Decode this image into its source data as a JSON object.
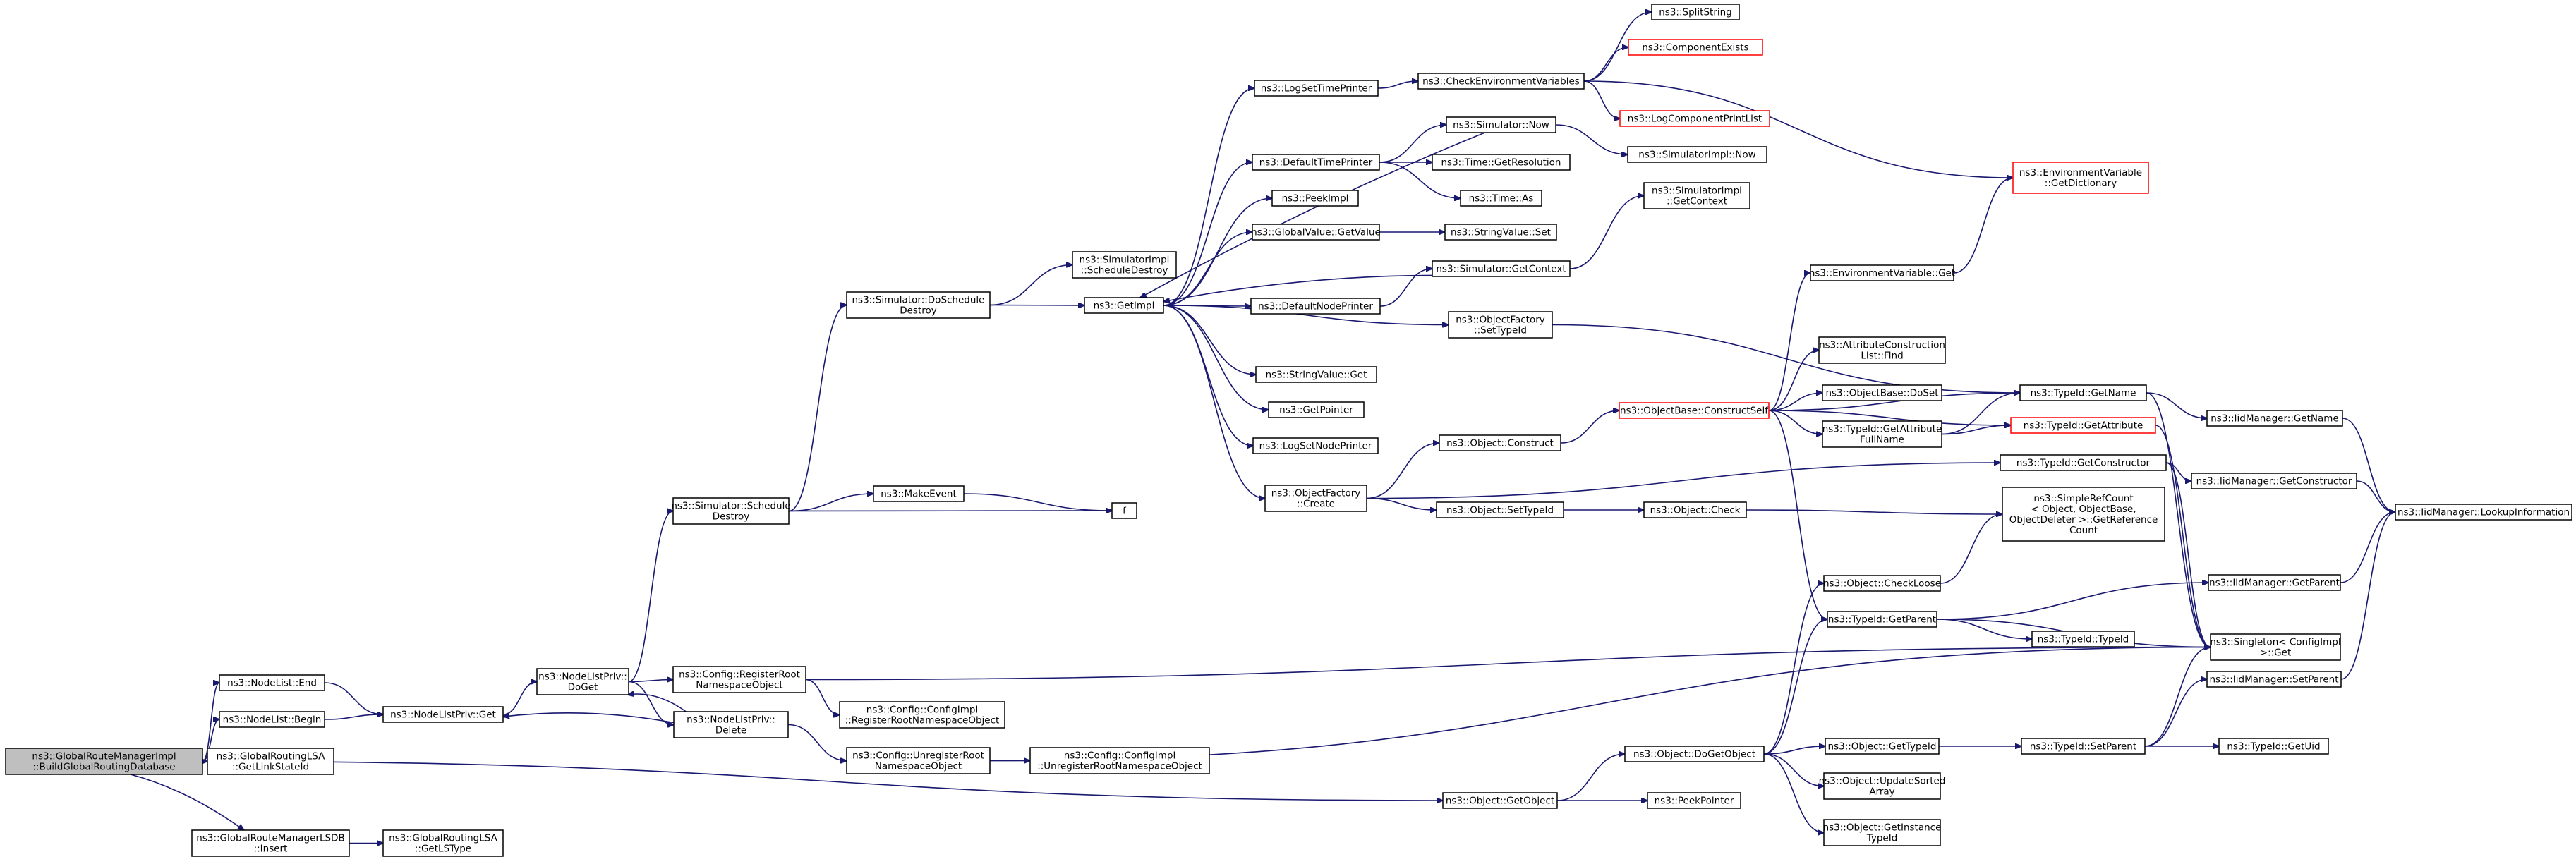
{
  "diagram": {
    "nodes": [
      {
        "id": "root",
        "lines": [
          "ns3::GlobalRouteManagerImpl",
          "::BuildGlobalRoutingDatabase"
        ],
        "style": "root"
      },
      {
        "id": "nl_end",
        "lines": [
          "ns3::NodeList::End"
        ]
      },
      {
        "id": "nl_begin",
        "lines": [
          "ns3::NodeList::Begin"
        ]
      },
      {
        "id": "lsa_getlinkstate",
        "lines": [
          "ns3::GlobalRoutingLSA",
          "::GetLinkStateId"
        ]
      },
      {
        "id": "lsdb_insert",
        "lines": [
          "ns3::GlobalRouteManagerLSDB",
          "::Insert"
        ]
      },
      {
        "id": "lsa_getlstype",
        "lines": [
          "ns3::GlobalRoutingLSA",
          "::GetLSType"
        ]
      },
      {
        "id": "nlp_get",
        "lines": [
          "ns3::NodeListPriv::Get"
        ]
      },
      {
        "id": "nlp_doget",
        "lines": [
          "ns3::NodeListPriv::",
          "DoGet"
        ]
      },
      {
        "id": "nlp_delete",
        "lines": [
          "ns3::NodeListPriv::",
          "Delete"
        ]
      },
      {
        "id": "sim_schedule_destroy",
        "lines": [
          "ns3::Simulator::Schedule",
          "Destroy"
        ]
      },
      {
        "id": "cfg_register",
        "lines": [
          "ns3::Config::RegisterRoot",
          "NamespaceObject"
        ]
      },
      {
        "id": "cfg_unregister",
        "lines": [
          "ns3::Config::UnregisterRoot",
          "NamespaceObject"
        ]
      },
      {
        "id": "makeevent",
        "lines": [
          "ns3::MakeEvent"
        ]
      },
      {
        "id": "f",
        "lines": [
          "f"
        ]
      },
      {
        "id": "sim_doschedule",
        "lines": [
          "ns3::Simulator::DoSchedule",
          "Destroy"
        ]
      },
      {
        "id": "cfgimpl_register",
        "lines": [
          "ns3::Config::ConfigImpl",
          "::RegisterRootNamespaceObject"
        ]
      },
      {
        "id": "cfgimpl_unregister",
        "lines": [
          "ns3::Config::ConfigImpl",
          "::UnregisterRootNamespaceObject"
        ]
      },
      {
        "id": "simimpl_sched",
        "lines": [
          "ns3::SimulatorImpl",
          "::ScheduleDestroy"
        ]
      },
      {
        "id": "getimpl",
        "lines": [
          "ns3::GetImpl"
        ]
      },
      {
        "id": "logsettimeprinter",
        "lines": [
          "ns3::LogSetTimePrinter"
        ]
      },
      {
        "id": "defaulttimeprinter",
        "lines": [
          "ns3::DefaultTimePrinter"
        ]
      },
      {
        "id": "peekimpl",
        "lines": [
          "ns3::PeekImpl"
        ]
      },
      {
        "id": "gv_getvalue",
        "lines": [
          "ns3::GlobalValue::GetValue"
        ]
      },
      {
        "id": "defaultnodeprinter",
        "lines": [
          "ns3::DefaultNodePrinter"
        ]
      },
      {
        "id": "stringvalue_get",
        "lines": [
          "ns3::StringValue::Get"
        ]
      },
      {
        "id": "getpointer",
        "lines": [
          "ns3::GetPointer"
        ]
      },
      {
        "id": "logsetnodeprinter",
        "lines": [
          "ns3::LogSetNodePrinter"
        ]
      },
      {
        "id": "of_create",
        "lines": [
          "ns3::ObjectFactory",
          "::Create"
        ]
      },
      {
        "id": "checkenv",
        "lines": [
          "ns3::CheckEnvironmentVariables"
        ]
      },
      {
        "id": "sim_now",
        "lines": [
          "ns3::Simulator::Now"
        ]
      },
      {
        "id": "time_getres",
        "lines": [
          "ns3::Time::GetResolution"
        ]
      },
      {
        "id": "time_as",
        "lines": [
          "ns3::Time::As"
        ]
      },
      {
        "id": "stringvalue_set",
        "lines": [
          "ns3::StringValue::Set"
        ]
      },
      {
        "id": "sim_getcontext",
        "lines": [
          "ns3::Simulator::GetContext"
        ]
      },
      {
        "id": "of_settypeid",
        "lines": [
          "ns3::ObjectFactory",
          "::SetTypeId"
        ]
      },
      {
        "id": "obj_construct",
        "lines": [
          "ns3::Object::Construct"
        ]
      },
      {
        "id": "obj_settypeid",
        "lines": [
          "ns3::Object::SetTypeId"
        ]
      },
      {
        "id": "splitstring",
        "lines": [
          "ns3::SplitString"
        ]
      },
      {
        "id": "componentexists",
        "lines": [
          "ns3::ComponentExists"
        ],
        "style": "truncated"
      },
      {
        "id": "logcomponentprintlist",
        "lines": [
          "ns3::LogComponentPrintList"
        ],
        "style": "truncated"
      },
      {
        "id": "simimpl_now",
        "lines": [
          "ns3::SimulatorImpl::Now"
        ]
      },
      {
        "id": "simimpl_getcontext",
        "lines": [
          "ns3::SimulatorImpl",
          "::GetContext"
        ]
      },
      {
        "id": "objbase_constructself",
        "lines": [
          "ns3::ObjectBase::ConstructSelf"
        ],
        "style": "truncated"
      },
      {
        "id": "obj_check",
        "lines": [
          "ns3::Object::Check"
        ]
      },
      {
        "id": "env_getdict",
        "lines": [
          "ns3::EnvironmentVariable",
          "::GetDictionary"
        ],
        "style": "truncated"
      },
      {
        "id": "env_get",
        "lines": [
          "ns3::EnvironmentVariable::Get"
        ]
      },
      {
        "id": "attrlist_find",
        "lines": [
          "ns3::AttributeConstruction",
          "List::Find"
        ]
      },
      {
        "id": "objbase_doset",
        "lines": [
          "ns3::ObjectBase::DoSet"
        ]
      },
      {
        "id": "typeid_getattrfullname",
        "lines": [
          "ns3::TypeId::GetAttribute",
          "FullName"
        ]
      },
      {
        "id": "obj_checkloose",
        "lines": [
          "ns3::Object::CheckLoose"
        ]
      },
      {
        "id": "typeid_getparent",
        "lines": [
          "ns3::TypeId::GetParent"
        ]
      },
      {
        "id": "typeid_getname",
        "lines": [
          "ns3::TypeId::GetName"
        ]
      },
      {
        "id": "typeid_getattribute",
        "lines": [
          "ns3::TypeId::GetAttribute"
        ],
        "style": "truncated"
      },
      {
        "id": "typeid_getconstructor",
        "lines": [
          "ns3::TypeId::GetConstructor"
        ]
      },
      {
        "id": "simplerefcount",
        "lines": [
          "ns3::SimpleRefCount",
          "< Object, ObjectBase,",
          "ObjectDeleter >::GetReference",
          "Count"
        ]
      },
      {
        "id": "typeid_typeid",
        "lines": [
          "ns3::TypeId::TypeId"
        ]
      },
      {
        "id": "obj_getobject",
        "lines": [
          "ns3::Object::GetObject"
        ]
      },
      {
        "id": "obj_dogetobject",
        "lines": [
          "ns3::Object::DoGetObject"
        ]
      },
      {
        "id": "peekpointer",
        "lines": [
          "ns3::PeekPointer"
        ]
      },
      {
        "id": "obj_gettypeid",
        "lines": [
          "ns3::Object::GetTypeId"
        ]
      },
      {
        "id": "obj_updatesorted",
        "lines": [
          "ns3::Object::UpdateSorted",
          "Array"
        ]
      },
      {
        "id": "obj_getinstance",
        "lines": [
          "ns3::Object::GetInstance",
          "TypeId"
        ]
      },
      {
        "id": "typeid_setparent",
        "lines": [
          "ns3::TypeId::SetParent"
        ]
      },
      {
        "id": "typeid_getuid",
        "lines": [
          "ns3::TypeId::GetUid"
        ]
      },
      {
        "id": "iidm_getname",
        "lines": [
          "ns3::IidManager::GetName"
        ]
      },
      {
        "id": "iidm_getconstructor",
        "lines": [
          "ns3::IidManager::GetConstructor"
        ]
      },
      {
        "id": "iidm_getparent",
        "lines": [
          "ns3::IidManager::GetParent"
        ]
      },
      {
        "id": "iidm_setparent",
        "lines": [
          "ns3::IidManager::SetParent"
        ]
      },
      {
        "id": "singleton_get",
        "lines": [
          "ns3::Singleton< ConfigImpl",
          " >::Get"
        ]
      },
      {
        "id": "iidm_lookup",
        "lines": [
          "ns3::IidManager::LookupInformation"
        ]
      }
    ],
    "edges": [
      [
        "root",
        "nl_end"
      ],
      [
        "root",
        "nl_begin"
      ],
      [
        "root",
        "lsa_getlinkstate"
      ],
      [
        "root",
        "lsdb_insert"
      ],
      [
        "root",
        "obj_getobject"
      ],
      [
        "nl_end",
        "nlp_get"
      ],
      [
        "nl_begin",
        "nlp_get"
      ],
      [
        "nlp_get",
        "nlp_doget"
      ],
      [
        "nlp_doget",
        "sim_schedule_destroy"
      ],
      [
        "nlp_doget",
        "cfg_register"
      ],
      [
        "nlp_doget",
        "nlp_delete"
      ],
      [
        "nlp_delete",
        "nlp_doget"
      ],
      [
        "nlp_delete",
        "nlp_get"
      ],
      [
        "nlp_delete",
        "cfg_unregister"
      ],
      [
        "lsdb_insert",
        "lsa_getlstype"
      ],
      [
        "sim_schedule_destroy",
        "sim_doschedule"
      ],
      [
        "sim_schedule_destroy",
        "makeevent"
      ],
      [
        "sim_schedule_destroy",
        "f"
      ],
      [
        "makeevent",
        "f"
      ],
      [
        "sim_doschedule",
        "simimpl_sched"
      ],
      [
        "sim_doschedule",
        "getimpl"
      ],
      [
        "cfg_register",
        "cfgimpl_register"
      ],
      [
        "cfg_register",
        "singleton_get"
      ],
      [
        "cfg_unregister",
        "cfgimpl_unregister"
      ],
      [
        "cfg_unregister",
        "singleton_get"
      ],
      [
        "getimpl",
        "logsettimeprinter"
      ],
      [
        "getimpl",
        "defaulttimeprinter"
      ],
      [
        "getimpl",
        "peekimpl"
      ],
      [
        "getimpl",
        "gv_getvalue"
      ],
      [
        "getimpl",
        "defaultnodeprinter"
      ],
      [
        "getimpl",
        "stringvalue_get"
      ],
      [
        "getimpl",
        "getpointer"
      ],
      [
        "getimpl",
        "logsetnodeprinter"
      ],
      [
        "getimpl",
        "of_create"
      ],
      [
        "getimpl",
        "of_settypeid"
      ],
      [
        "logsettimeprinter",
        "checkenv"
      ],
      [
        "defaulttimeprinter",
        "sim_now"
      ],
      [
        "defaulttimeprinter",
        "time_getres"
      ],
      [
        "defaulttimeprinter",
        "time_as"
      ],
      [
        "sim_now",
        "getimpl"
      ],
      [
        "sim_now",
        "simimpl_now"
      ],
      [
        "gv_getvalue",
        "stringvalue_set"
      ],
      [
        "defaultnodeprinter",
        "sim_getcontext"
      ],
      [
        "sim_getcontext",
        "getimpl"
      ],
      [
        "sim_getcontext",
        "simimpl_getcontext"
      ],
      [
        "checkenv",
        "splitstring"
      ],
      [
        "checkenv",
        "componentexists"
      ],
      [
        "checkenv",
        "logcomponentprintlist"
      ],
      [
        "checkenv",
        "env_getdict"
      ],
      [
        "of_settypeid",
        "typeid_getname"
      ],
      [
        "of_create",
        "obj_construct"
      ],
      [
        "of_create",
        "obj_settypeid"
      ],
      [
        "of_create",
        "typeid_getconstructor"
      ],
      [
        "obj_construct",
        "objbase_constructself"
      ],
      [
        "obj_settypeid",
        "obj_check"
      ],
      [
        "obj_check",
        "simplerefcount"
      ],
      [
        "env_get",
        "env_getdict"
      ],
      [
        "objbase_constructself",
        "env_get"
      ],
      [
        "objbase_constructself",
        "typeid_getname"
      ],
      [
        "objbase_constructself",
        "attrlist_find"
      ],
      [
        "objbase_constructself",
        "objbase_doset"
      ],
      [
        "objbase_constructself",
        "typeid_getattrfullname"
      ],
      [
        "objbase_constructself",
        "typeid_getattribute"
      ],
      [
        "objbase_constructself",
        "typeid_getparent"
      ],
      [
        "typeid_getattrfullname",
        "typeid_getname"
      ],
      [
        "typeid_getattrfullname",
        "typeid_getattribute"
      ],
      [
        "typeid_getname",
        "iidm_getname"
      ],
      [
        "typeid_getname",
        "singleton_get"
      ],
      [
        "typeid_getattribute",
        "singleton_get"
      ],
      [
        "typeid_getconstructor",
        "iidm_getconstructor"
      ],
      [
        "typeid_getconstructor",
        "singleton_get"
      ],
      [
        "obj_checkloose",
        "simplerefcount"
      ],
      [
        "typeid_getparent",
        "iidm_getparent"
      ],
      [
        "typeid_getparent",
        "singleton_get"
      ],
      [
        "typeid_getparent",
        "typeid_typeid"
      ],
      [
        "obj_getobject",
        "obj_dogetobject"
      ],
      [
        "obj_getobject",
        "peekpointer"
      ],
      [
        "obj_dogetobject",
        "obj_checkloose"
      ],
      [
        "obj_dogetobject",
        "typeid_getparent"
      ],
      [
        "obj_dogetobject",
        "obj_gettypeid"
      ],
      [
        "obj_dogetobject",
        "obj_updatesorted"
      ],
      [
        "obj_dogetobject",
        "obj_getinstance"
      ],
      [
        "obj_gettypeid",
        "typeid_setparent"
      ],
      [
        "typeid_setparent",
        "iidm_setparent"
      ],
      [
        "typeid_setparent",
        "typeid_getuid"
      ],
      [
        "typeid_setparent",
        "singleton_get"
      ],
      [
        "iidm_getname",
        "iidm_lookup"
      ],
      [
        "iidm_getconstructor",
        "iidm_lookup"
      ],
      [
        "iidm_getparent",
        "iidm_lookup"
      ],
      [
        "iidm_setparent",
        "iidm_lookup"
      ]
    ]
  }
}
